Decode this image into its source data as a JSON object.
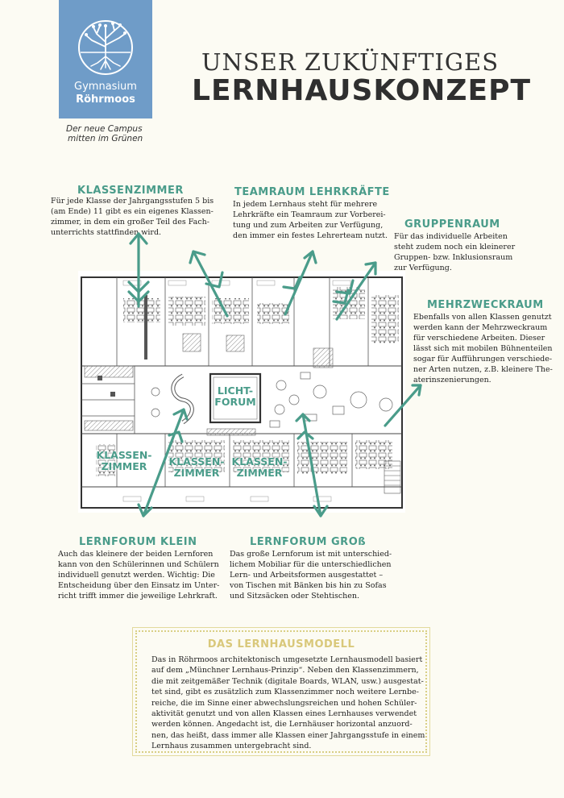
{
  "logo": {
    "icon": "tree-roots-icon",
    "name_line1": "Gymnasium",
    "name_line2": "Röhrmoos",
    "tagline_line1": "Der neue Campus",
    "tagline_line2": "mitten im Grünen",
    "bg_color": "#6f9cc8"
  },
  "title": {
    "line1": "UNSER ZUKÜNFTIGES",
    "line2": "LERNHAUSKONZEPT"
  },
  "accent_color": "#4a9c8a",
  "sections": {
    "klassenzimmer": {
      "heading": "KLASSENZIMMER",
      "lines": [
        "Für jede Klasse der Jahrgangsstufen 5 bis",
        "(am Ende) 11 gibt es ein eigenes Klassen-",
        "zimmer, in dem ein großer Teil des Fach-",
        "unterrichts stattfinden wird."
      ]
    },
    "teamraum": {
      "heading": "TEAMRAUM LEHRKRÄFTE",
      "lines": [
        "In jedem Lernhaus steht für mehrere",
        "Lehrkräfte ein Teamraum zur Vorberei-",
        "tung und zum Arbeiten zur Verfügung,",
        "den immer ein festes Lehrerteam nutzt."
      ]
    },
    "gruppenraum": {
      "heading": "GRUPPENRAUM",
      "lines": [
        "Für das individuelle Arbeiten",
        "steht zudem noch ein kleinerer",
        "Gruppen- bzw. Inklusionsraum",
        "zur Verfügung."
      ]
    },
    "mehrzweckraum": {
      "heading": "MEHRZWECKRAUM",
      "lines": [
        "Ebenfalls von allen Klassen genutzt",
        "werden kann der Mehrzweckraum",
        "für verschiedene Arbeiten. Dieser",
        "lässt sich mit mobilen Bühnenteilen",
        "sogar für Aufführungen verschiede-",
        "ner Arten nutzen, z.B. kleinere The-",
        "aterinszenierungen."
      ]
    },
    "lernforum_klein": {
      "heading": "LERNFORUM KLEIN",
      "lines": [
        "Auch das kleinere der beiden Lernforen",
        "kann von den Schülerinnen und Schülern",
        "individuell genutzt werden. Wichtig: Die",
        "Entscheidung über den Einsatz im Unter-",
        "richt trifft immer die jeweilige Lehrkraft."
      ]
    },
    "lernforum_gross": {
      "heading": "LERNFORUM GROß",
      "lines": [
        "Das große Lernforum ist mit unterschied-",
        "lichem Mobiliar für die unterschiedlichen",
        "Lern- und Arbeitsformen ausgestattet –",
        "von Tischen mit Bänken bis hin zu Sofas",
        "und Sitzsäcken oder Stehtischen."
      ]
    }
  },
  "plan": {
    "lichtforum_line1": "LICHT-",
    "lichtforum_line2": "FORUM",
    "klassenzimmer_line1": "KLASSEN-",
    "klassenzimmer_line2": "ZIMMER"
  },
  "lernhausmodell": {
    "heading": "DAS LERNHAUSMODELL",
    "heading_color": "#d9c87a",
    "lines": [
      "Das in Röhrmoos architektonisch umgesetzte Lernhausmodell basiert",
      "auf dem „Münchner Lernhaus-Prinzip“. Neben den Klassenzimmern,",
      "die mit zeitgemäßer Technik (digitale Boards, WLAN, usw.) ausgestat-",
      "tet sind, gibt es zusätzlich zum Klassenzimmer noch weitere Lernbe-",
      "reiche, die im Sinne einer abwechslungsreichen und hohen Schüler-",
      "aktivität genutzt und von allen Klassen eines Lernhauses verwendet",
      "werden können. Angedacht ist, die Lernhäuser horizontal anzuord-",
      "nen, das heißt, dass immer alle Klassen einer Jahrgangsstufe in einem",
      "Lernhaus zusammen untergebracht sind."
    ]
  }
}
